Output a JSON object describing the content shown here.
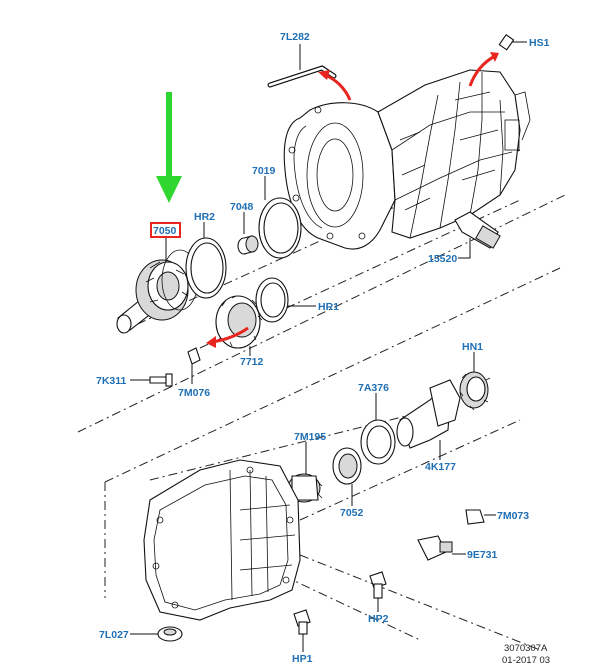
{
  "parts": {
    "p7L282": "7L282",
    "pHS1": "HS1",
    "p7050": "7050",
    "pHR2": "HR2",
    "p7048": "7048",
    "p7019": "7019",
    "p15520": "15520",
    "pHR1": "HR1",
    "p7712": "7712",
    "p7K311": "7K311",
    "p7M076": "7M076",
    "pHN1": "HN1",
    "p7A376": "7A376",
    "p7M195": "7M195",
    "p4K177": "4K177",
    "p7052": "7052",
    "p7M073": "7M073",
    "p9E731": "9E731",
    "pHP2": "HP2",
    "p7L027": "7L027",
    "pHP1": "HP1"
  },
  "footer": {
    "ref_code": "3070307A",
    "date_code": "01-2017 03"
  },
  "highlight": {
    "box_color": "#e8261f",
    "arrow_color": "#2fd62f",
    "pointer_color": "#e8261f",
    "label_color": "#1f6fb5"
  }
}
